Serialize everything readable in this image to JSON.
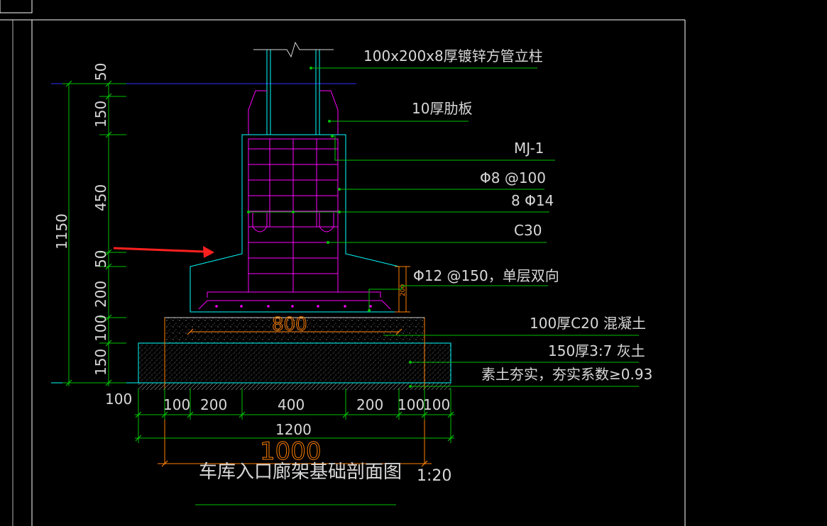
{
  "drawing": {
    "title": "车库入口廊架基础剖面图",
    "scale": "1:20"
  },
  "labels": {
    "column": "100x200x8厚镀锌方管立柱",
    "rib_plate": "10厚肋板",
    "embed": "MJ-1",
    "stirrup": "Φ8 @100",
    "longitudinal": "8 Φ14",
    "concrete_grade": "C30",
    "bottom_rebar": "Φ12 @150，单层双向",
    "cushion": "100厚C20 混凝土",
    "lime_soil": "150厚3:7 灰土",
    "subgrade": "素土夯实，夯实系数≥0.93"
  },
  "vertical_dims": {
    "total": "1150",
    "segments": [
      "50",
      "150",
      "450",
      "50",
      "200",
      "100",
      "150"
    ]
  },
  "horizontal_dims": {
    "offset": "100",
    "segments": [
      "100",
      "200",
      "400",
      "200",
      "100",
      "100"
    ],
    "total_1200": "1200",
    "total_1000": "1000",
    "width_800": "800",
    "small_200": "200"
  },
  "colors": {
    "background": "#000000",
    "frame": "#ffffff",
    "green": "#00c000",
    "cyan": "#00ffff",
    "magenta": "#ff00ff",
    "orange": "#ff7f00",
    "blue": "#3030ff",
    "red_arrow": "#ff2020",
    "text": "#d8d8d8"
  }
}
